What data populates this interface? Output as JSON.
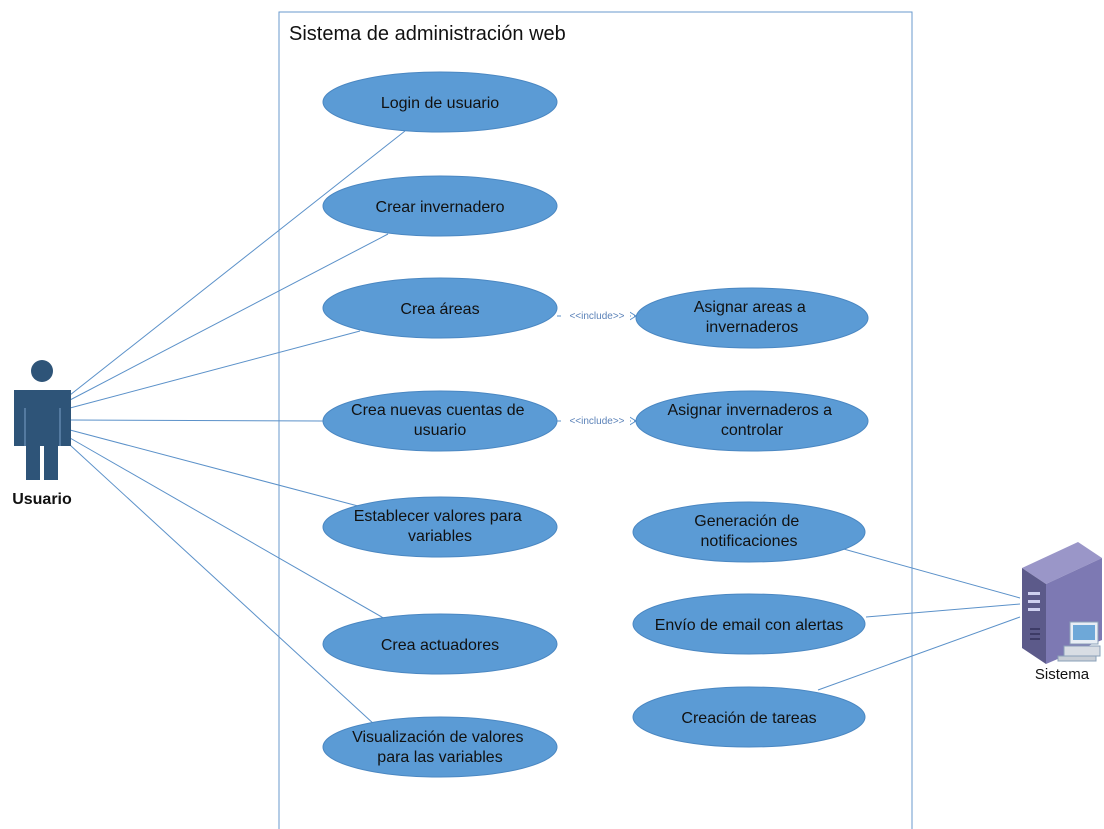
{
  "system_boundary": {
    "title": "Sistema de administración web"
  },
  "actors": {
    "usuario": {
      "label": "Usuario",
      "icon": "user-actor-icon"
    },
    "sistema": {
      "label": "Sistema",
      "icon": "server-computer-icon"
    }
  },
  "use_cases": [
    {
      "id": "login",
      "lines": [
        "Login  de usuario"
      ]
    },
    {
      "id": "crear-invernadero",
      "lines": [
        "Crear invernadero"
      ]
    },
    {
      "id": "crea-areas",
      "lines": [
        "Crea áreas"
      ]
    },
    {
      "id": "crea-cuentas",
      "lines": [
        "Crea nuevas cuentas de",
        "usuario"
      ]
    },
    {
      "id": "establecer-valores",
      "lines": [
        "Establecer valores para",
        "variables"
      ]
    },
    {
      "id": "crea-actuadores",
      "lines": [
        "Crea actuadores"
      ]
    },
    {
      "id": "visualizacion",
      "lines": [
        "Visualización de valores",
        "para las variables"
      ]
    },
    {
      "id": "asignar-areas",
      "lines": [
        "Asignar areas a",
        "invernaderos"
      ]
    },
    {
      "id": "asignar-invernaderos",
      "lines": [
        "Asignar invernaderos a",
        "controlar"
      ]
    },
    {
      "id": "generacion-notificaciones",
      "lines": [
        "Generación de",
        "notificaciones"
      ]
    },
    {
      "id": "envio-email",
      "lines": [
        "Envío de email con alertas"
      ]
    },
    {
      "id": "creacion-tareas",
      "lines": [
        "Creación de tareas"
      ]
    }
  ],
  "relations": {
    "include_label": "<<include>>"
  },
  "colors": {
    "use_case_fill": "#5b9bd5",
    "actor_fill": "#2e5478",
    "line": "#5b91c9"
  }
}
